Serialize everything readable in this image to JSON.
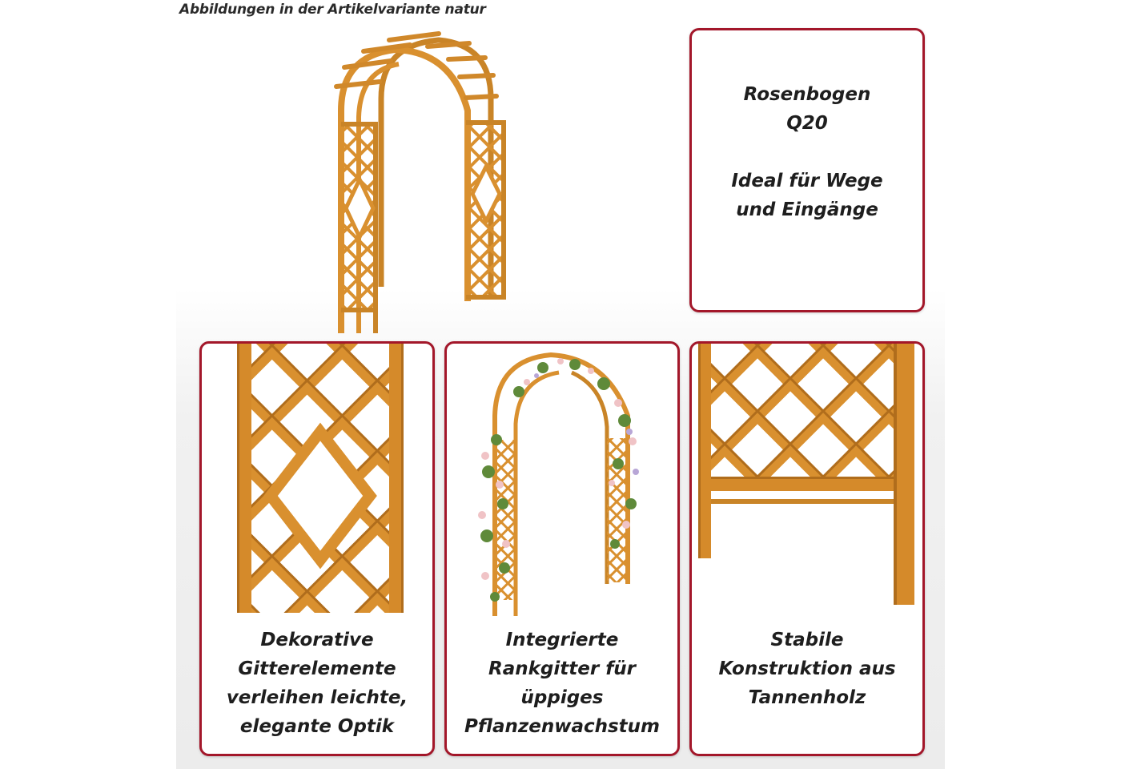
{
  "caption": "Abbildungen in der Artikelvariante natur",
  "info_panel": {
    "product_name": "Rosenbogen\nQ20",
    "tagline": "Ideal für Wege\nund Eingänge"
  },
  "feature_panels": [
    {
      "text": "Dekorative\nGitterelemente\nverleihen leichte,\nelegante Optik",
      "image": "lattice-closeup"
    },
    {
      "text": "Integrierte\nRankgitter für\nüppiges\nPflanzenwachstum",
      "image": "arch-with-roses"
    },
    {
      "text": "Stabile\nKonstruktion aus\nTannenholz",
      "image": "post-and-lattice-closeup"
    }
  ],
  "colors": {
    "frame_border": "#a3172a",
    "wood": "#d9902f",
    "wood_dark": "#b06d1c",
    "text": "#1e1e1e"
  }
}
